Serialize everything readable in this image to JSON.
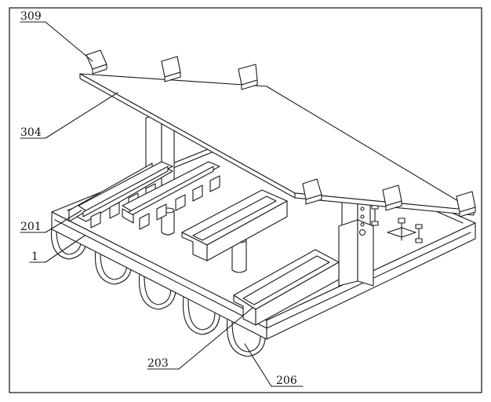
{
  "figure": {
    "labels": {
      "l309": "309",
      "l304": "304",
      "l201": "201",
      "l1": "1",
      "l203": "203",
      "l206": "206"
    },
    "colors": {
      "line": "#1a1a1a",
      "fill": "#ffffff",
      "background": "#ffffff"
    }
  }
}
